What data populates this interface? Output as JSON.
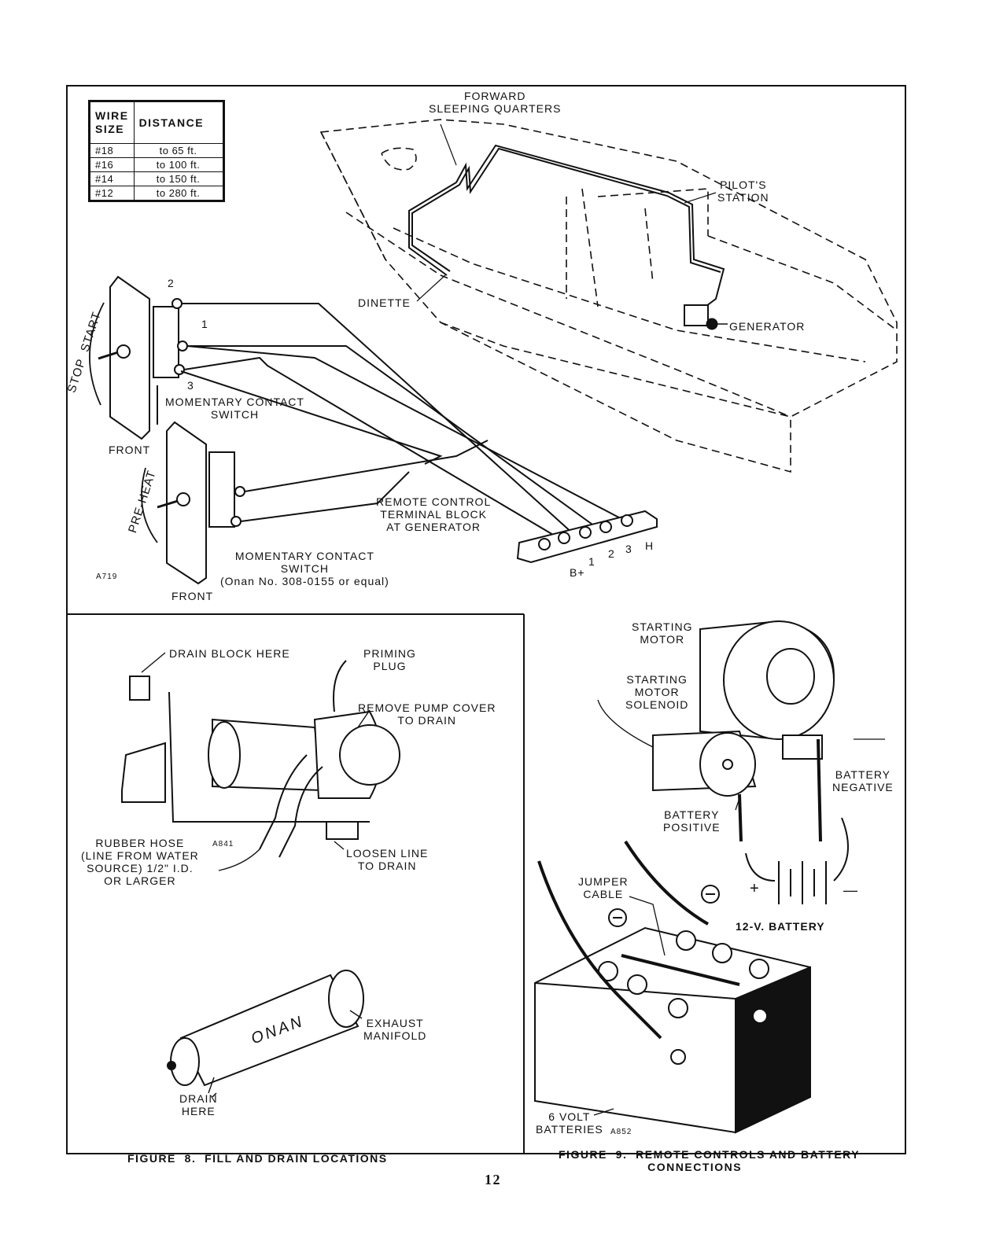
{
  "wire_table": {
    "headers": [
      "WIRE\nSIZE",
      "DISTANCE"
    ],
    "rows": [
      {
        "size": "#18",
        "distance": "to 65 ft."
      },
      {
        "size": "#16",
        "distance": "to 100 ft."
      },
      {
        "size": "#14",
        "distance": "to 150 ft."
      },
      {
        "size": "#12",
        "distance": "to 280 ft."
      }
    ]
  },
  "remote_controls": {
    "forward": "FORWARD\nSLEEPING QUARTERS",
    "pilot": "PILOT'S\nSTATION",
    "dinette": "DINETTE",
    "generator": "GENERATOR",
    "stop_start": "STOP  START",
    "switch1": "MOMENTARY CONTACT\nSWITCH",
    "front1": "FRONT",
    "preheat": "PRE-HEAT",
    "switch2": "MOMENTARY CONTACT\nSWITCH\n(Onan No. 308-0155 or equal)",
    "front2": "FRONT",
    "terminal_block": "REMOTE CONTROL\nTERMINAL BLOCK\nAT GENERATOR",
    "term_b": "B+",
    "term_1": "1",
    "term_2": "2",
    "term_3": "3",
    "term_h": "H",
    "sw_t1": "1",
    "sw_t2": "2",
    "sw_t3": "3",
    "code": "A719"
  },
  "fill_drain": {
    "drain_block": "DRAIN BLOCK HERE",
    "priming": "PRIMING\nPLUG",
    "pump_cover": "REMOVE PUMP COVER\nTO DRAIN",
    "hose": "RUBBER HOSE\n(LINE FROM WATER\nSOURCE) 1/2\" I.D.\nOR LARGER",
    "loosen": "LOOSEN LINE\nTO DRAIN",
    "code": "A841",
    "exhaust": "EXHAUST\nMANIFOLD",
    "drain_here": "DRAIN\nHERE",
    "onan": "ONAN"
  },
  "battery": {
    "starting_motor": "STARTING\nMOTOR",
    "solenoid": "STARTING\nMOTOR\nSOLENOID",
    "negative": "BATTERY\nNEGATIVE",
    "positive": "BATTERY\nPOSITIVE",
    "plus": "+",
    "minus": "—",
    "jumper": "JUMPER\nCABLE",
    "twelve_v": "12-V. BATTERY",
    "six_volt": "6 VOLT\nBATTERIES",
    "code": "A852"
  },
  "captions": {
    "fig8": "FIGURE  8.  FILL AND DRAIN LOCATIONS",
    "fig9": "FIGURE  9.  REMOTE CONTROLS AND BATTERY\n                     CONNECTIONS",
    "page": "12"
  }
}
